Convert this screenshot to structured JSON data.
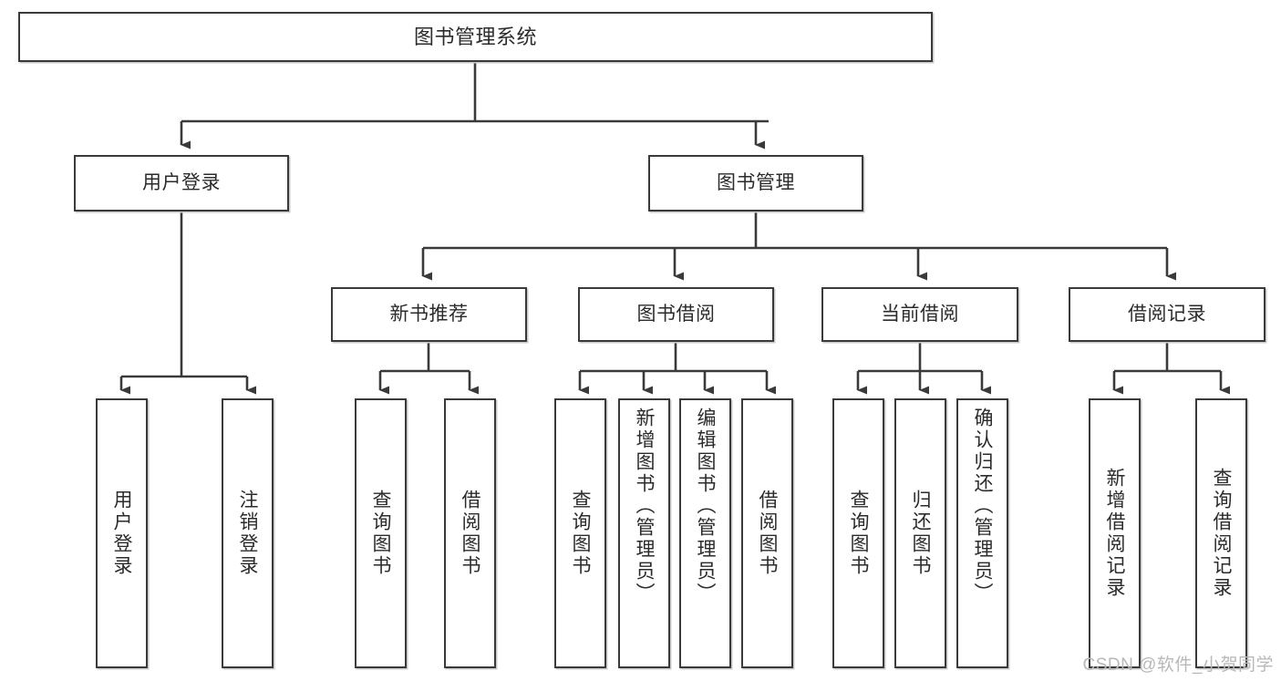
{
  "diagram": {
    "type": "tree-hierarchy",
    "title": "图书管理系统",
    "watermark": "CSDN @软件_小贺同学",
    "colors": {
      "box_border": "#3a3a3a",
      "box_fill": "#ffffff",
      "connector": "#3a3a3a",
      "text": "#2b2b2b",
      "watermark": "#b8b8b8",
      "shadow": "#c9c9c9"
    },
    "levels": {
      "root": {
        "label": "图书管理系统"
      },
      "level2": [
        {
          "label": "用户登录"
        },
        {
          "label": "图书管理"
        }
      ],
      "level3": [
        {
          "label": "新书推荐"
        },
        {
          "label": "图书借阅"
        },
        {
          "label": "当前借阅"
        },
        {
          "label": "借阅记录"
        }
      ],
      "leaves": {
        "user_login": [
          {
            "label": "用户登录"
          },
          {
            "label": "注销登录"
          }
        ],
        "new_book_recommend": [
          {
            "label": "查询图书"
          },
          {
            "label": "借阅图书"
          }
        ],
        "book_borrow": [
          {
            "label": "查询图书"
          },
          {
            "label": "新增图书（管理员）"
          },
          {
            "label": "编辑图书（管理员）"
          },
          {
            "label": "借阅图书"
          }
        ],
        "current_borrow": [
          {
            "label": "查询图书"
          },
          {
            "label": "归还图书"
          },
          {
            "label": "确认归还（管理员）"
          }
        ],
        "borrow_record": [
          {
            "label": "新增借阅记录"
          },
          {
            "label": "查询借阅记录"
          }
        ]
      }
    }
  }
}
